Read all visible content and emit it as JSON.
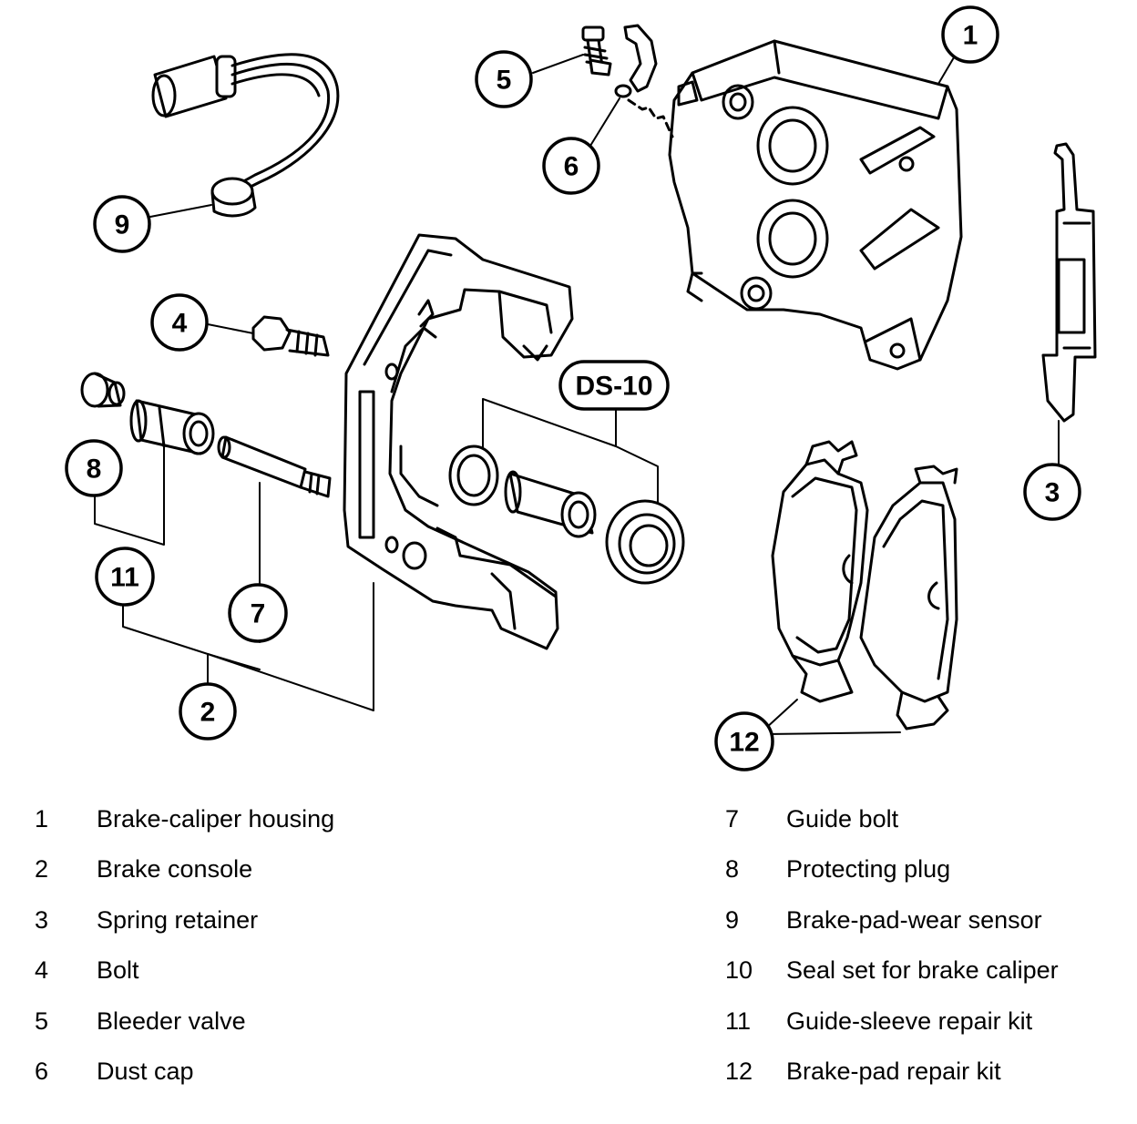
{
  "callouts": {
    "c1": "1",
    "c2": "2",
    "c3": "3",
    "c4": "4",
    "c5": "5",
    "c6": "6",
    "c7": "7",
    "c8": "8",
    "c9": "9",
    "c11": "11",
    "c12": "12",
    "ds10": "DS-10"
  },
  "legend": {
    "left": [
      {
        "num": "1",
        "label": "Brake-caliper housing"
      },
      {
        "num": "2",
        "label": "Brake console"
      },
      {
        "num": "3",
        "label": "Spring retainer"
      },
      {
        "num": "4",
        "label": "Bolt"
      },
      {
        "num": "5",
        "label": "Bleeder valve"
      },
      {
        "num": "6",
        "label": "Dust cap"
      }
    ],
    "right": [
      {
        "num": "7",
        "label": "Guide bolt"
      },
      {
        "num": "8",
        "label": "Protecting plug"
      },
      {
        "num": "9",
        "label": "Brake-pad-wear sensor"
      },
      {
        "num": "10",
        "label": "Seal set for brake caliper"
      },
      {
        "num": "11",
        "label": "Guide-sleeve repair kit"
      },
      {
        "num": "12",
        "label": "Brake-pad repair kit"
      }
    ]
  }
}
